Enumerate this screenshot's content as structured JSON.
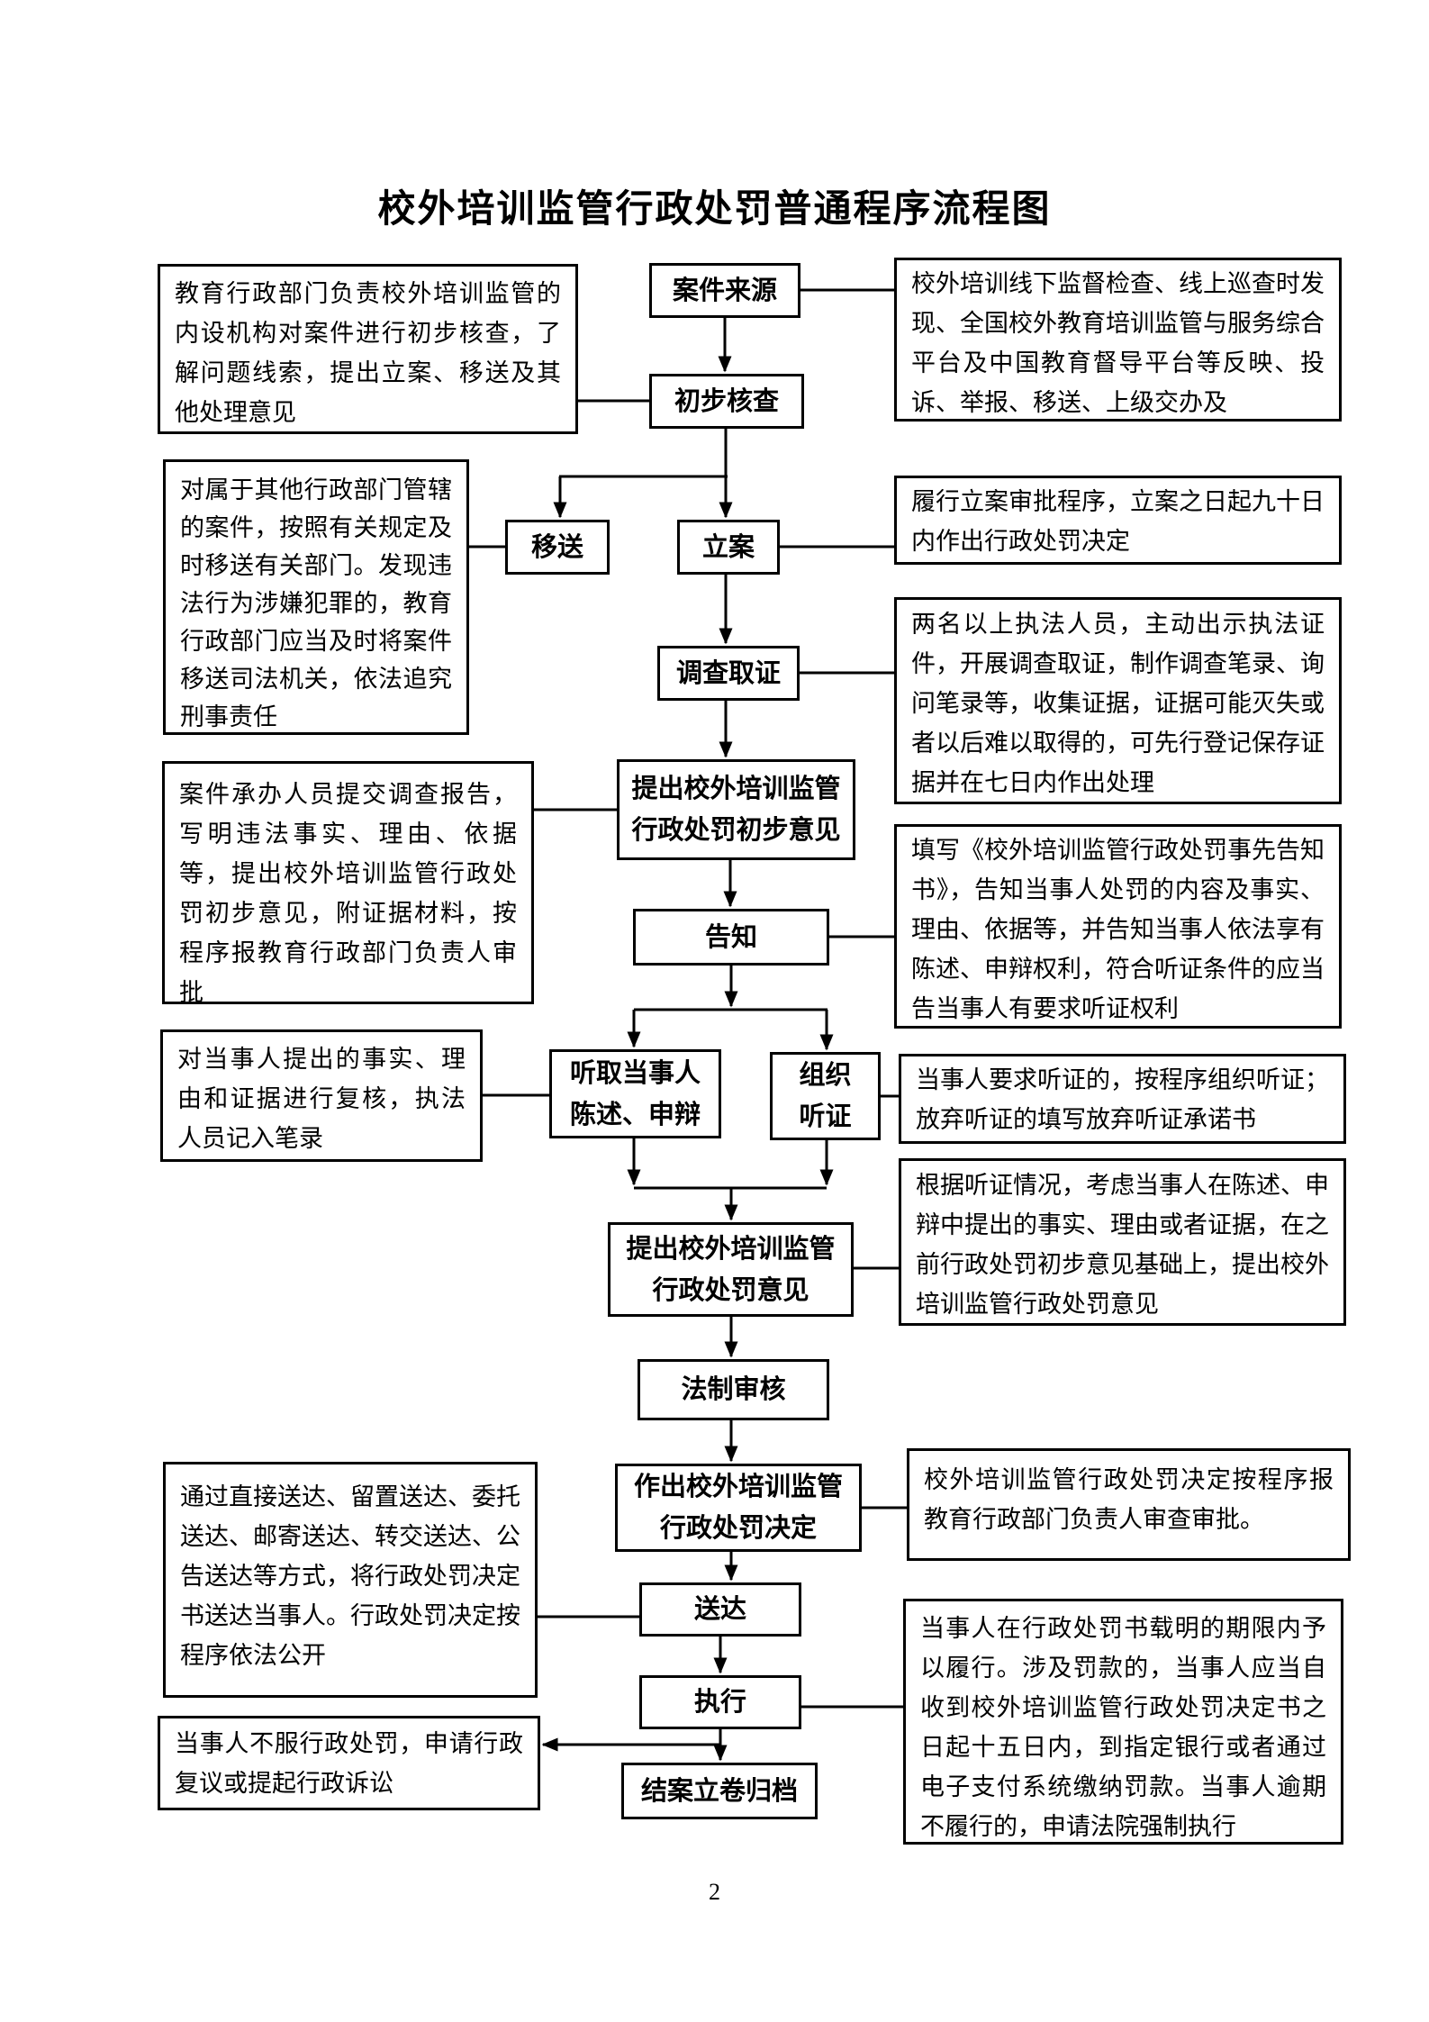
{
  "page": {
    "title": "校外培训监管行政处罚普通程序流程图",
    "page_number": "2"
  },
  "colors": {
    "line": "#000000",
    "background": "#ffffff",
    "text": "#000000"
  },
  "nodes": {
    "case_source": "案件来源",
    "preliminary_check": "初步核查",
    "transfer": "移送",
    "filing": "立案",
    "investigation": "调查取证",
    "preliminary_opinion": "提出校外培训监管行政处罚初步意见",
    "notification": "告知",
    "hear_statement": "听取当事人陈述、申辩",
    "organize_hearing": "组织听证",
    "punishment_opinion": "提出校外培训监管行政处罚意见",
    "legal_review": "法制审核",
    "punishment_decision": "作出校外培训监管行政处罚决定",
    "service": "送达",
    "execution": "执行",
    "archive": "结案立卷归档"
  },
  "left_notes": {
    "note1": "教育行政部门负责校外培训监管的内设机构对案件进行初步核查，了解问题线索，提出立案、移送及其他处理意见",
    "note2": "对属于其他行政部门管辖的案件，按照有关规定及时移送有关部门。发现违法行为涉嫌犯罪的，教育行政部门应当及时将案件移送司法机关，依法追究刑事责任",
    "note3": "案件承办人员提交调查报告，写明违法事实、理由、依据等，提出校外培训监管行政处罚初步意见，附证据材料，按程序报教育行政部门负责人审批",
    "note4": "对当事人提出的事实、理由和证据进行复核，执法人员记入笔录",
    "note5": "通过直接送达、留置送达、委托送达、邮寄送达、转交送达、公告送达等方式，将行政处罚决定书送达当事人。行政处罚决定按程序依法公开",
    "note6": "当事人不服行政处罚，申请行政复议或提起行政诉讼"
  },
  "right_notes": {
    "note1": "校外培训线下监督检查、线上巡查时发现、全国校外教育培训监管与服务综合平台及中国教育督导平台等反映、投诉、举报、移送、上级交办及",
    "note2": "履行立案审批程序，立案之日起九十日内作出行政处罚决定",
    "note3": "两名以上执法人员，主动出示执法证件，开展调查取证，制作调查笔录、询问笔录等，收集证据，证据可能灭失或者以后难以取得的，可先行登记保存证据并在七日内作出处理",
    "note4": "填写《校外培训监管行政处罚事先告知书》，告知当事人处罚的内容及事实、理由、依据等，并告知当事人依法享有陈述、申辩权利，符合听证条件的应当告当事人有要求听证权利",
    "note5": "当事人要求听证的，按程序组织听证；放弃听证的填写放弃听证承诺书",
    "note6": "根据听证情况，考虑当事人在陈述、申辩中提出的事实、理由或者证据，在之前行政处罚初步意见基础上，提出校外培训监管行政处罚意见",
    "note7": "校外培训监管行政处罚决定按程序报教育行政部门负责人审查审批。",
    "note8": "当事人在行政处罚书载明的期限内予以履行。涉及罚款的，当事人应当自收到校外培训监管行政处罚决定书之日起十五日内，到指定银行或者通过电子支付系统缴纳罚款。当事人逾期不履行的，申请法院强制执行"
  }
}
